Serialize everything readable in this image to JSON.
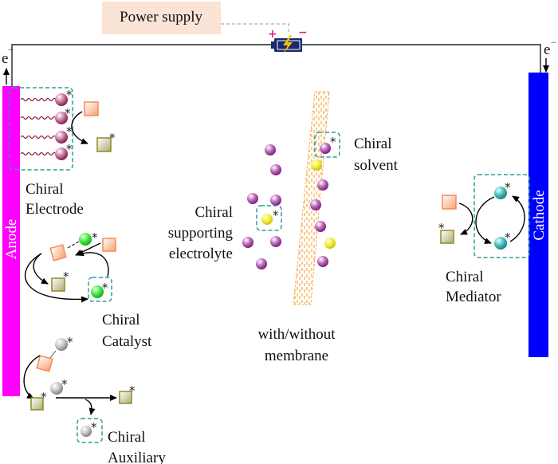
{
  "power_supply": {
    "label": "Power supply",
    "plus": "+",
    "minus": "−"
  },
  "electrons": {
    "left": "e",
    "right": "e",
    "charge": "−"
  },
  "electrodes": {
    "anode": "Anode",
    "cathode": "Cathode"
  },
  "labels": {
    "electrode": [
      "Chiral",
      "Electrode"
    ],
    "catalyst": [
      "Chiral",
      "Catalyst"
    ],
    "auxiliary": [
      "Chiral",
      "Auxiliary"
    ],
    "supporting_electrolyte": [
      "Chiral",
      "supporting",
      "electrolyte"
    ],
    "solvent": [
      "Chiral",
      "solvent"
    ],
    "membrane": [
      "with/without",
      "membrane"
    ],
    "mediator": [
      "Chiral",
      "Mediator"
    ]
  },
  "chiral_mark": "*",
  "colors": {
    "anode": "#ff00ff",
    "cathode": "#0000ff",
    "power_box": "#fbe3d6",
    "dashed_box": "#2a9d9d",
    "substrate": "#f58a5a",
    "product": "#8f8a2a",
    "electrode_sphere": "#8b1a4a",
    "catalyst_sphere": "#22dd22",
    "auxiliary_sphere": "#999999",
    "electrolyte_sphere": "#8a1a8a",
    "yellow_sphere": "#e8e010",
    "mediator_sphere": "#1a9a9a",
    "membrane": "#f5a030",
    "battery": "#1a2a6a"
  }
}
